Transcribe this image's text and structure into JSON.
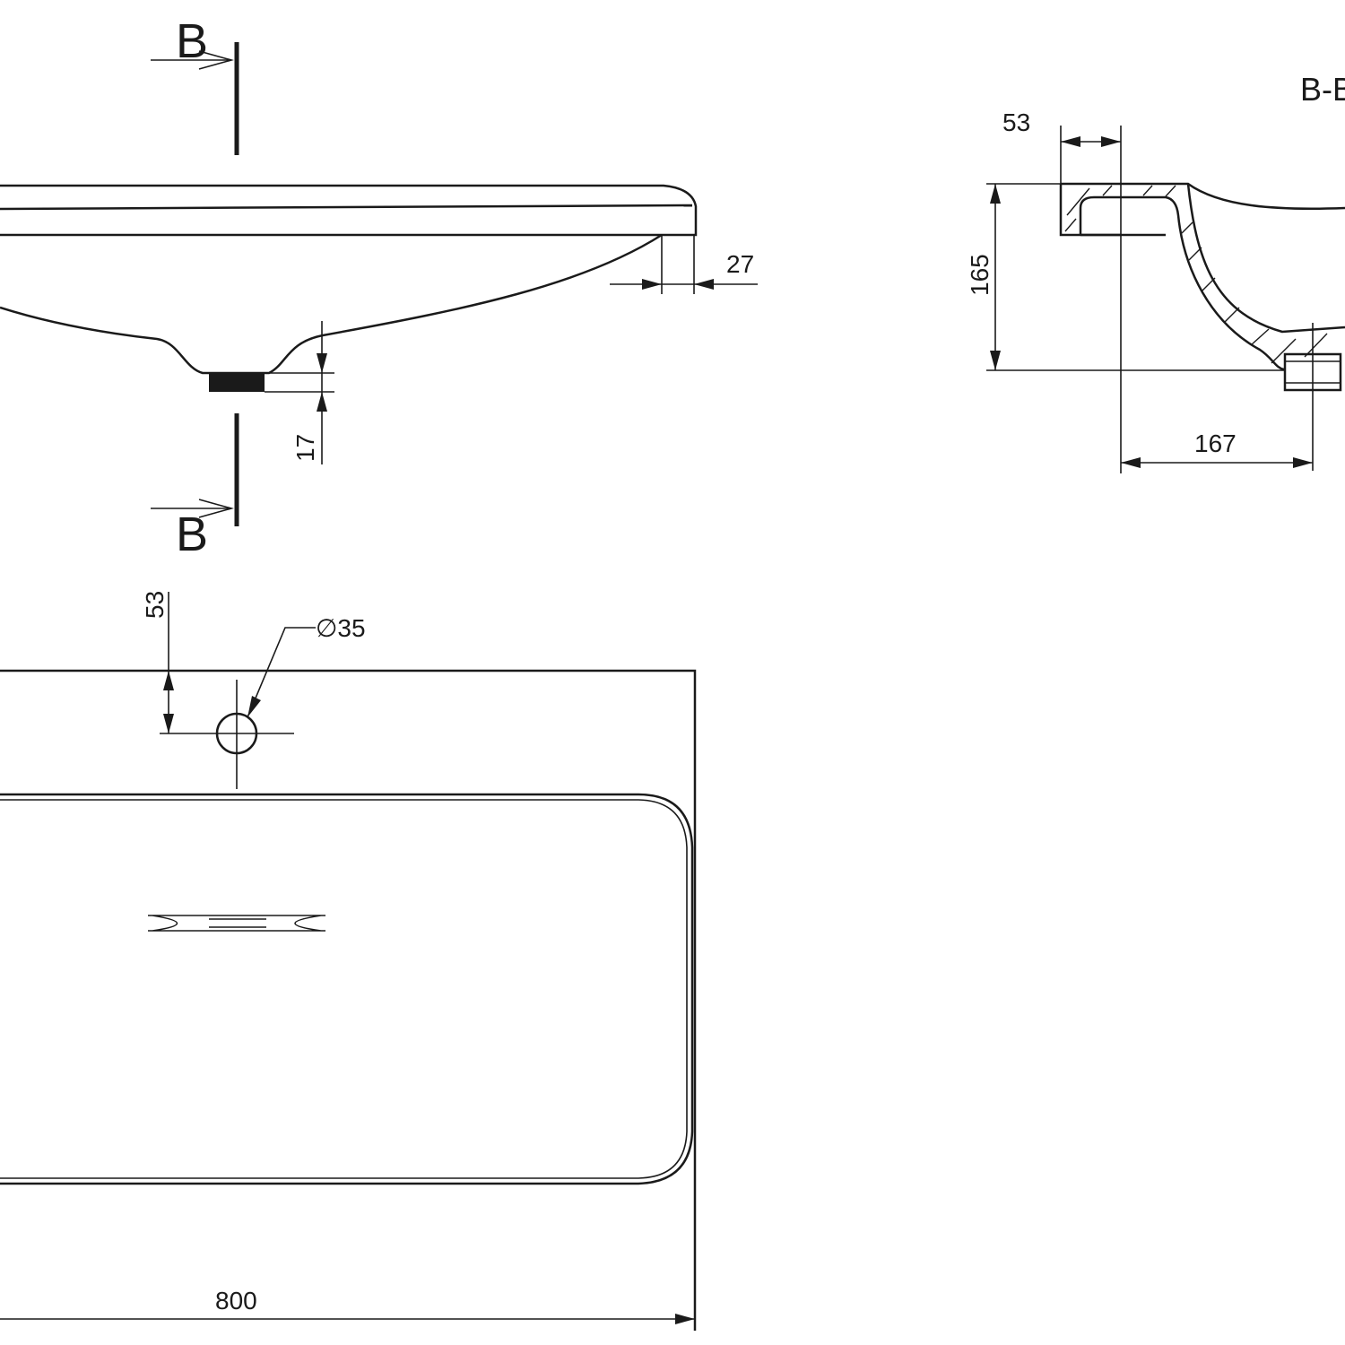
{
  "section_marks": {
    "top": "B",
    "bottom": "B"
  },
  "section_view_title": "B-B",
  "dimensions": {
    "front_rim_inset": "27",
    "front_drain_height": "17",
    "top_hole_offset": "53",
    "top_hole_diameter": "∅35",
    "top_width": "800",
    "section_wall": "53",
    "section_height": "165",
    "section_drain_offset": "167"
  }
}
